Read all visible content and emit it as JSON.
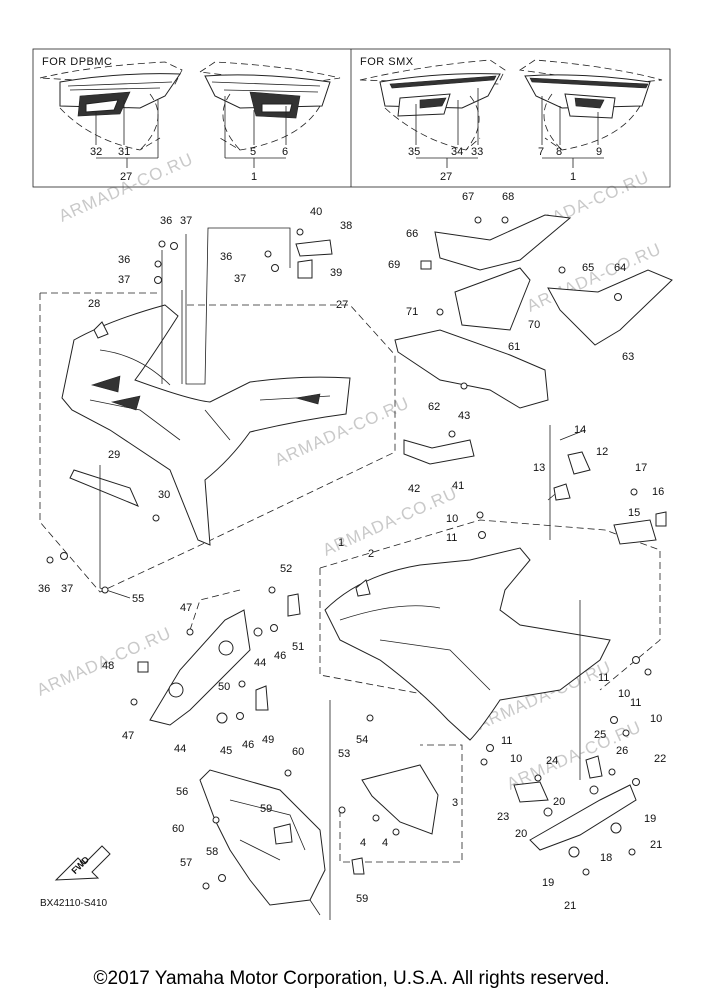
{
  "insets": {
    "left_title": "FOR DPBMC",
    "right_title": "FOR SMX"
  },
  "watermark": "ARMADA-CO.RU",
  "diagram_code": "BX42110-S410",
  "fwd_label": "FWD",
  "copyright": "©2017 Yamaha Motor Corporation, U.S.A. All rights reserved.",
  "labels": {
    "p1": "1",
    "p2": "2",
    "p3": "3",
    "p4": "4",
    "p5": "5",
    "p6": "6",
    "p7": "7",
    "p8": "8",
    "p9": "9",
    "p10": "10",
    "p11": "11",
    "p12": "12",
    "p13": "13",
    "p14": "14",
    "p15": "15",
    "p16": "16",
    "p17": "17",
    "p18": "18",
    "p19": "19",
    "p20": "20",
    "p21": "21",
    "p22": "22",
    "p23": "23",
    "p24": "24",
    "p25": "25",
    "p26": "26",
    "p27": "27",
    "p28": "28",
    "p29": "29",
    "p30": "30",
    "p31": "31",
    "p32": "32",
    "p33": "33",
    "p34": "34",
    "p35": "35",
    "p36": "36",
    "p37": "37",
    "p38": "38",
    "p39": "39",
    "p40": "40",
    "p41": "41",
    "p42": "42",
    "p43": "43",
    "p44": "44",
    "p45": "45",
    "p46": "46",
    "p47": "47",
    "p48": "48",
    "p49": "49",
    "p50": "50",
    "p51": "51",
    "p52": "52",
    "p53": "53",
    "p54": "54",
    "p55": "55",
    "p56": "56",
    "p57": "57",
    "p58": "58",
    "p59": "59",
    "p60": "60",
    "p61": "61",
    "p62": "62",
    "p63": "63",
    "p64": "64",
    "p65": "65",
    "p66": "66",
    "p67": "67",
    "p68": "68",
    "p69": "69",
    "p70": "70",
    "p71": "71"
  }
}
